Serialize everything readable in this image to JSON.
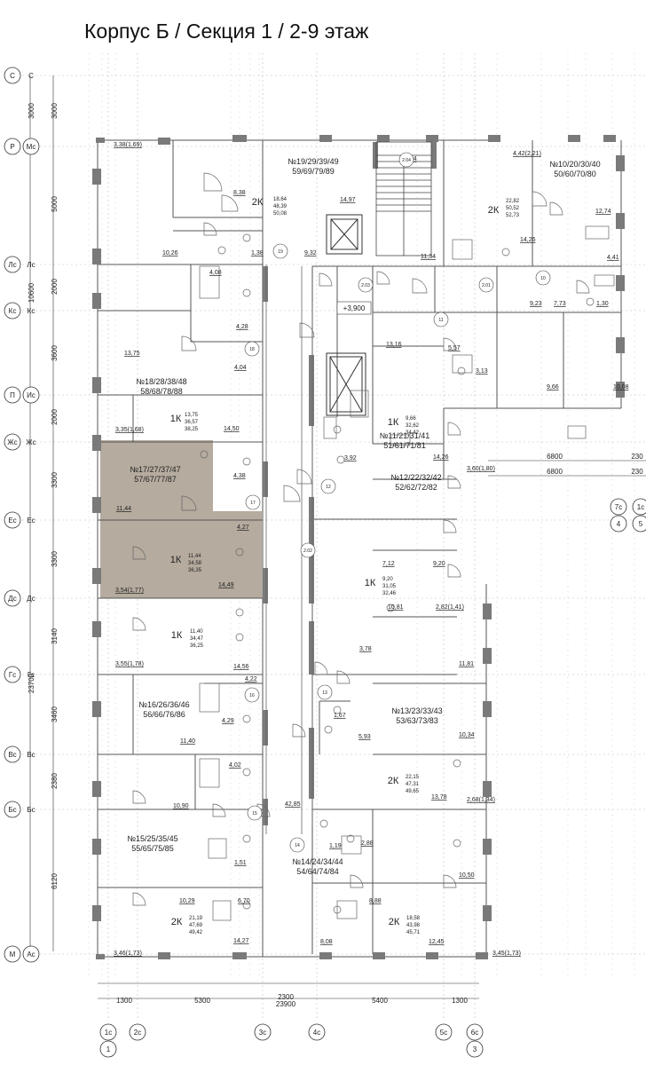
{
  "title": "Корпус Б / Секция 1 / 2-9 этаж",
  "axes_left": [
    {
      "a": "С",
      "b": ""
    },
    {
      "a": "Р",
      "b": "Мс"
    },
    {
      "a": "Лс",
      "b": ""
    },
    {
      "a": "Кс",
      "b": ""
    },
    {
      "a": "П",
      "b": "Ис"
    },
    {
      "a": "Жс",
      "b": ""
    },
    {
      "a": "Ес",
      "b": ""
    },
    {
      "a": "Дс",
      "b": ""
    },
    {
      "a": "Гс",
      "b": ""
    },
    {
      "a": "Вс",
      "b": ""
    },
    {
      "a": "Бс",
      "b": ""
    },
    {
      "a": "М",
      "b": "Ас"
    }
  ],
  "dims_left_outer": [
    "3000",
    "10600",
    "23700"
  ],
  "dims_left_inner": [
    "3000",
    "5000",
    "2000",
    "3600",
    "2000",
    "3300",
    "3300",
    "3140",
    "3460",
    "2380",
    "6120"
  ],
  "dims_bottom": [
    "1300",
    "5300",
    "2300",
    "5400",
    "1300",
    "23900"
  ],
  "axes_bottom": [
    {
      "a": "1с",
      "b": "1"
    },
    {
      "a": "2с",
      "b": ""
    },
    {
      "a": "3с",
      "b": ""
    },
    {
      "a": "4с",
      "b": ""
    },
    {
      "a": "5с",
      "b": ""
    },
    {
      "a": "6с",
      "b": "3"
    }
  ],
  "dims_right": [
    "6800",
    "6800",
    "230",
    "230"
  ],
  "axes_right": [
    {
      "a": "7с",
      "b": "4"
    },
    {
      "a": "1с",
      "b": "5"
    }
  ],
  "apartments": [
    {
      "no": "№19/29/39/49",
      "floors": "59/69/79/89",
      "type": "2К",
      "a1": "18,64",
      "a2": "48,39",
      "a3": "50,08"
    },
    {
      "no": "№10/20/30/40",
      "floors": "50/60/70/80",
      "type": "2К",
      "a1": "22,82",
      "a2": "50,52",
      "a3": "52,73"
    },
    {
      "no": "№18/28/38/48",
      "floors": "58/68/78/88",
      "type": "1К",
      "a1": "13,75",
      "a2": "36,57",
      "a3": "38,25"
    },
    {
      "no": "№11/21/31/41",
      "floors": "51/61/71/81",
      "type": "1К",
      "a1": "9,66",
      "a2": "32,62",
      "a3": "34,42"
    },
    {
      "no": "№17/27/37/47",
      "floors": "57/67/77/87",
      "type": "1К",
      "a1": "11,44",
      "a2": "34,58",
      "a3": "36,35"
    },
    {
      "no": "№12/22/32/42",
      "floors": "52/62/72/82",
      "type": "1К",
      "a1": "9,20",
      "a2": "31,05",
      "a3": "32,46"
    },
    {
      "no": "",
      "floors": "",
      "type": "1К",
      "a1": "11,40",
      "a2": "34,47",
      "a3": "36,25"
    },
    {
      "no": "№16/26/36/46",
      "floors": "56/66/76/86",
      "type": "",
      "a1": "",
      "a2": "",
      "a3": ""
    },
    {
      "no": "№13/23/33/43",
      "floors": "53/63/73/83",
      "type": "2К",
      "a1": "22,15",
      "a2": "47,31",
      "a3": "49,65"
    },
    {
      "no": "№15/25/35/45",
      "floors": "55/65/75/85",
      "type": "2К",
      "a1": "21,19",
      "a2": "47,69",
      "a3": "49,42"
    },
    {
      "no": "№14/24/34/44",
      "floors": "54/64/74/84",
      "type": "2К",
      "a1": "18,58",
      "a2": "43,98",
      "a3": "45,71"
    }
  ],
  "room_areas": [
    "3,38(1,69)",
    "8,38",
    "10,26",
    "4,08",
    "1,38",
    "14,97",
    "9,32",
    "4,42(2,21)",
    "14,26",
    "12,74",
    "4,41",
    "11,34",
    "9,23",
    "7,73",
    "1,30",
    "4,28",
    "13,75",
    "4,04",
    "13,16",
    "5,57",
    "3,13",
    "9,66",
    "10,08",
    "3,35(1,68)",
    "14,50",
    "3,92",
    "14,26",
    "3,60(1,80)",
    "4,38",
    "11,44",
    "4,27",
    "7,12",
    "9,20",
    "3,54(1,77)",
    "14,49",
    "10,81",
    "2,82(1,41)",
    "3,78",
    "11,81",
    "3,55(1,78)",
    "14,56",
    "4,22",
    "4,29",
    "1,67",
    "5,93",
    "11,40",
    "10,34",
    "4,02",
    "13,78",
    "2,68(1,34)",
    "10,90",
    "42,85",
    "1,19",
    "2,88",
    "10,29",
    "1,51",
    "6,70",
    "8,88",
    "10,50",
    "14,27",
    "8,08",
    "12,45",
    "3,46(1,73)",
    "3,45(1,73)",
    "2,04"
  ],
  "room_markers": [
    "19",
    "2.04",
    "2.03",
    "2.01",
    "10",
    "11",
    "18",
    "12",
    "17",
    "2.02",
    "16",
    "13",
    "15",
    "14"
  ],
  "level_mark": "+3,900",
  "colors": {
    "highlight": "#b5ab9e",
    "wall": "#6e6e6e",
    "line": "#444444"
  }
}
